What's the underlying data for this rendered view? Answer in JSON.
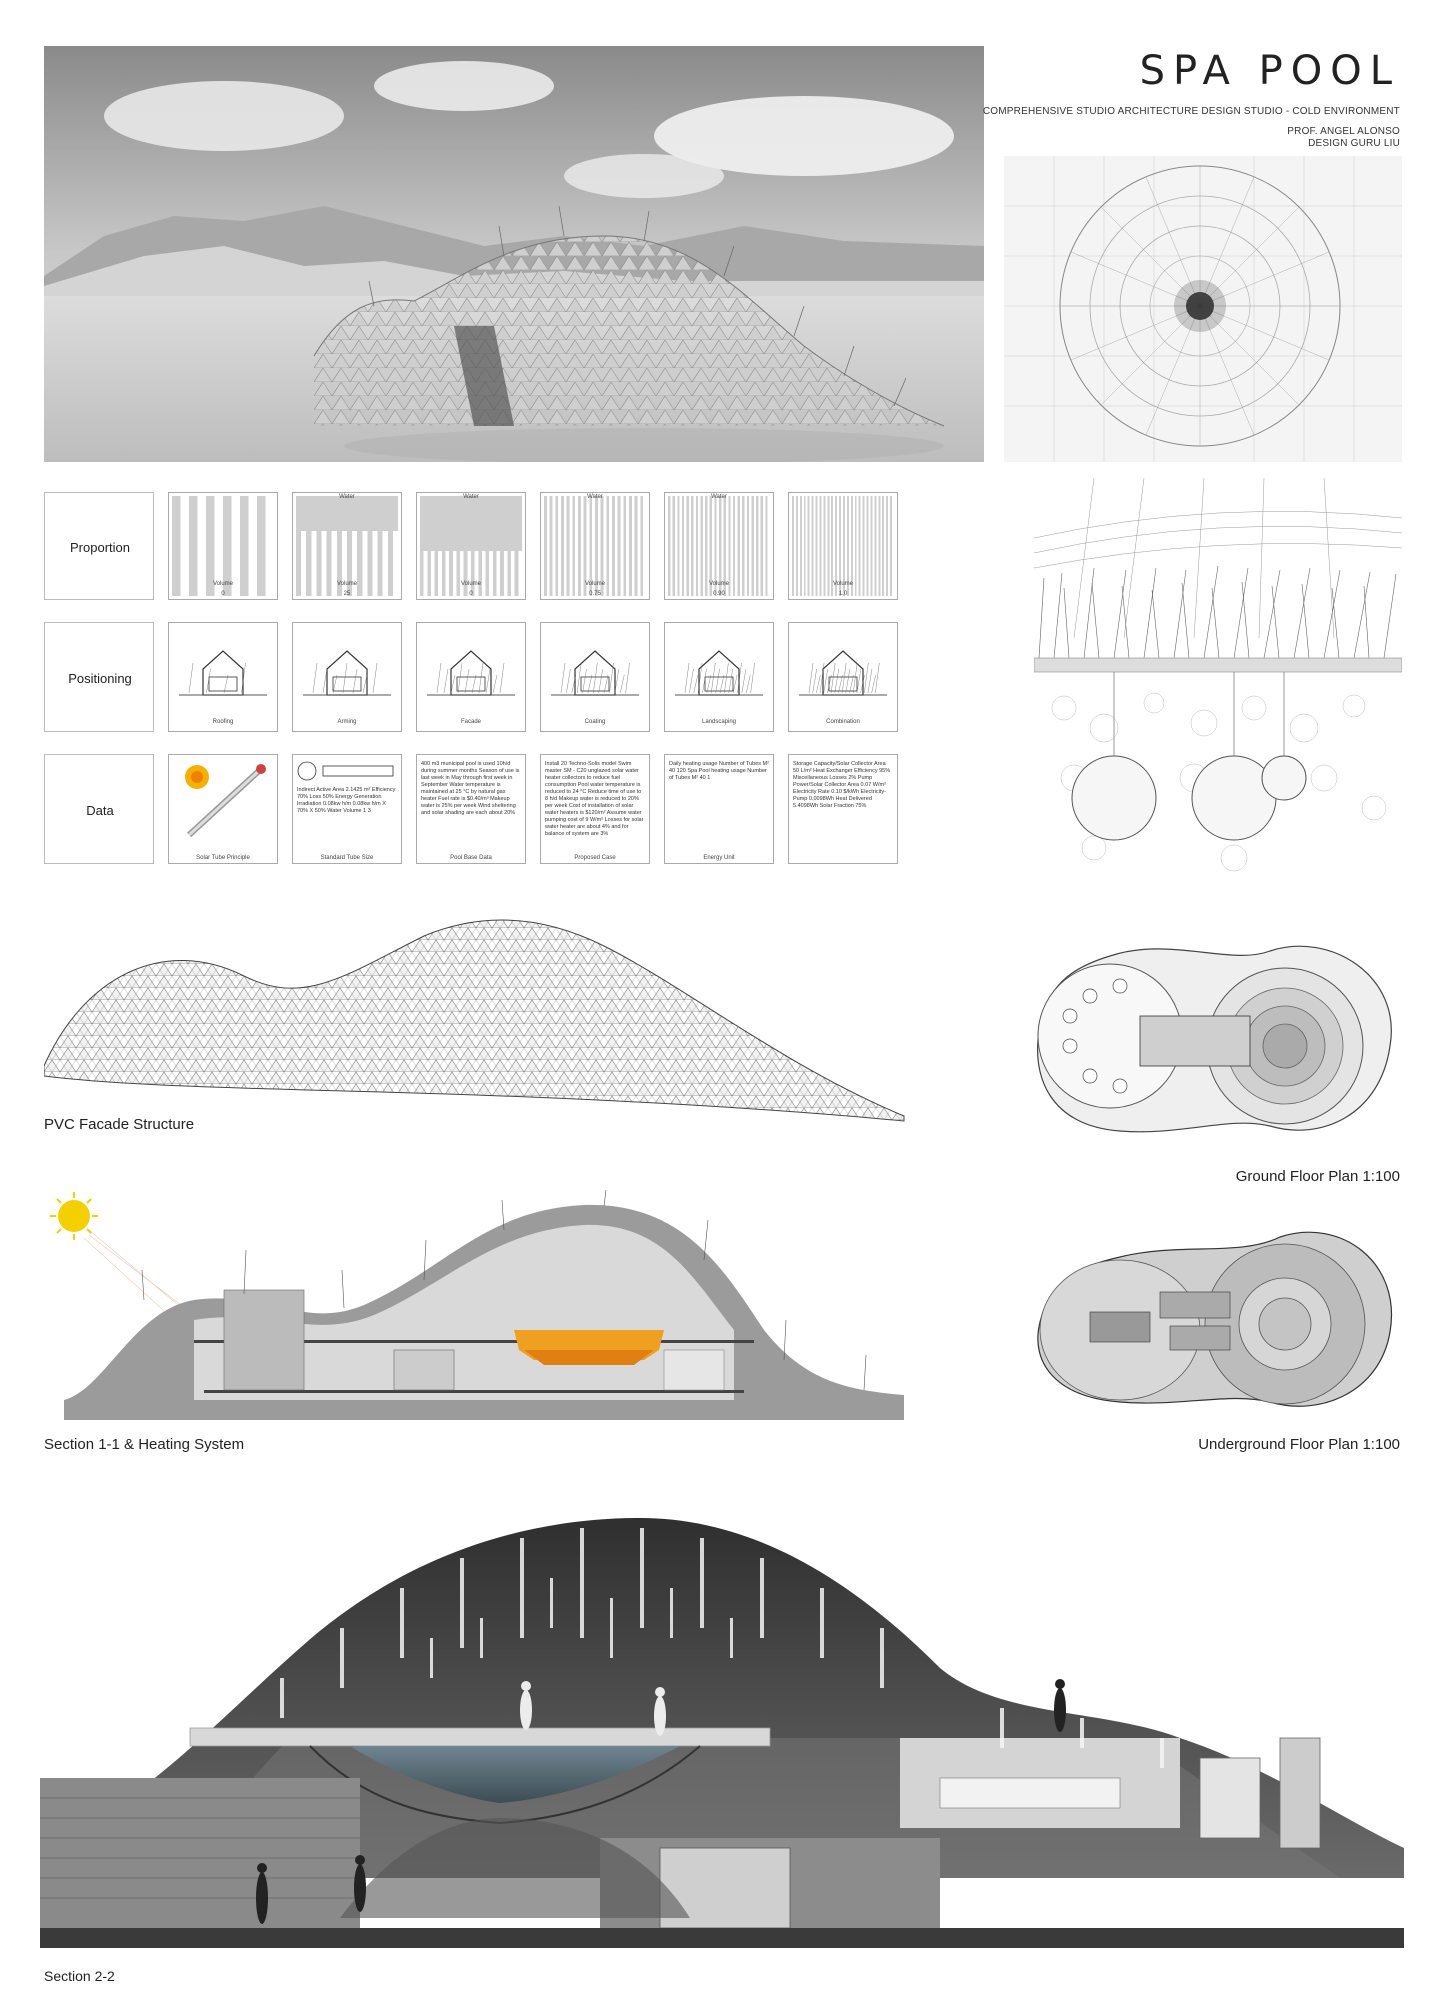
{
  "header": {
    "title": "SPA POOL",
    "studio": "COMPREHENSIVE STUDIO ARCHITECTURE DESIGN STUDIO - COLD ENVIRONMENT",
    "professor": "PROF. ANGEL ALONSO",
    "designer": "DESIGN GURU LIU"
  },
  "matrix": {
    "rows": [
      "Proportion",
      "Positioning",
      "Data"
    ],
    "proportion": [
      {
        "top": "",
        "label": "Volume",
        "value": "0"
      },
      {
        "top": "Water",
        "label": "Volume",
        "value": "25"
      },
      {
        "top": "Water",
        "label": "Volume",
        "value": "0"
      },
      {
        "top": "Water",
        "label": "Volume",
        "value": "0.75"
      },
      {
        "top": "Water",
        "label": "Volume",
        "value": "0.90"
      },
      {
        "top": "",
        "label": "Volume",
        "value": "1.0"
      }
    ],
    "positioning": [
      "Roofing",
      "Arming",
      "Facade",
      "Coating",
      "Landscaping",
      "Combination"
    ],
    "data": [
      {
        "caption": "Solar Tube Principle",
        "text": ""
      },
      {
        "caption": "Standard Tube Size",
        "text": "Indirect Active Area 2.1425 m²   Efficiency 70%  Loss 50%  Energy Generation  Irradiation 0.08kw h/m  0.08kw h/m X 70% X 50%  Water  Volume  1  3"
      },
      {
        "caption": "Pool Base Data",
        "text": "400 m3 municipal pool is used 10h/d during summer months  Season of use is last week in May through first week in September  Water temperature is maintained at 25 °C by natural gas heater  Fuel rate is $0.40/m³  Makeup water is 25% per week  Wind sheltering and solar shading are each about 20%"
      },
      {
        "caption": "Proposed Case",
        "text": "Install 20 Techno-Solis model Swim master SM - C20 unglazed solar water heater collectors to reduce fuel consumption  Pool water temperature is reduced to 24 °C  Reduce time of use to 8 h/d  Makeup water is reduced to 20% per week  Cost of installation of solar water heaters is $120/m²  Assume water pumping cost of 9 W/m²  Losses for solar water heater are about 4% and for balance of system are 3%"
      },
      {
        "caption": "Energy Unit",
        "text": "Daily heating usage  Number of Tubes  M²  40  120  Spa Pool heating usage  Number of Tubes  M²  40  1"
      },
      {
        "caption": "",
        "text": "Storage Capacity/Solar Collector Area  50 L/m²  Heat Exchanger Efficiency  95%  Miscellaneous Losses  2%  Pump Power/Solar Collector Area  0.07 W/m²  Electricity Rate  0.10 $/kWh  Electricity- Pump  0.0098Wh  Heat Delivered  5.4098Wh  Solar Fraction  75%"
      }
    ]
  },
  "captions": {
    "facade": "PVC Facade Structure",
    "ground": "Ground Floor Plan 1:100",
    "underground": "Underground Floor Plan 1:100",
    "section11": "Section 1-1 & Heating System",
    "section22": "Section 2-2"
  },
  "colors": {
    "pool_orange": "#f0a020",
    "sun": "#f5d000",
    "water": "#5a6e78"
  }
}
